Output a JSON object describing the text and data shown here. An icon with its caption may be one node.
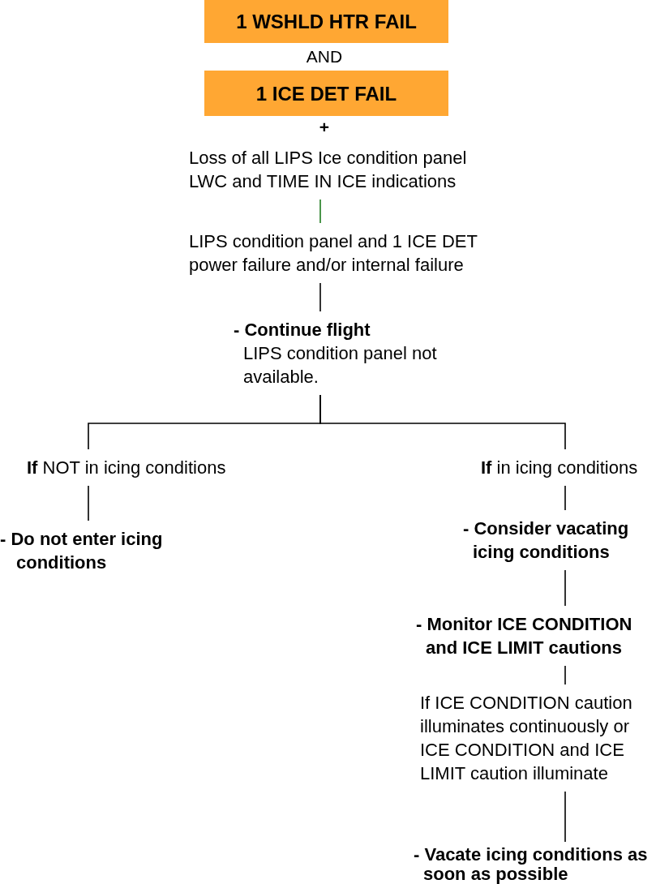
{
  "diagram": {
    "nodes": [
      {
        "text": [
          "1 WSHLD HTR FAIL"
        ]
      },
      {
        "text": [
          "1 ICE DET FAIL"
        ]
      },
      {
        "text": [
          "Loss of all LIPS Ice condition panel LWC and TIME IN ICE indications"
        ]
      },
      {
        "text": [
          "LIPS condition panel and 1 ICE DET power failure and/or internal failure"
        ]
      },
      {
        "text": [
          "- Continue flight",
          "LIPS condition panel not available."
        ]
      },
      {
        "text": [
          "**If** NOT in icing conditions"
        ]
      },
      {
        "text": [
          "**If** in icing conditions"
        ]
      },
      {
        "text": [
          "- Do not enter icing conditions"
        ]
      },
      {
        "text": [
          "- Consider vacating icing conditions"
        ]
      },
      {
        "text": [
          "- Monitor ICE CONDITION and ICE LIMIT cautions"
        ]
      },
      {
        "text": [
          "If ICE CONDITION caution illuminates continuously or ICE CONDITION and ICE LIMIT caution illuminate"
        ]
      },
      {
        "text": [
          "- Vacate icing conditions as soon as possible"
        ]
      }
    ],
    "edges": [
      {
        "from": 2,
        "to": 3,
        "arrow": "none",
        "color": "#1e7b1e"
      },
      {
        "from": 3,
        "to": 4,
        "arrow": "none"
      },
      {
        "from": 4,
        "to": 5,
        "arrow": "none"
      },
      {
        "from": 4,
        "to": 6,
        "arrow": "none"
      },
      {
        "from": 5,
        "to": 7,
        "arrow": "none"
      },
      {
        "from": 6,
        "to": 8,
        "arrow": "none"
      },
      {
        "from": 8,
        "to": 9,
        "arrow": "none"
      },
      {
        "from": 9,
        "to": 10,
        "arrow": "none"
      },
      {
        "from": 10,
        "to": 11,
        "arrow": "none"
      }
    ],
    "labels": [
      "AND",
      "+"
    ]
  }
}
